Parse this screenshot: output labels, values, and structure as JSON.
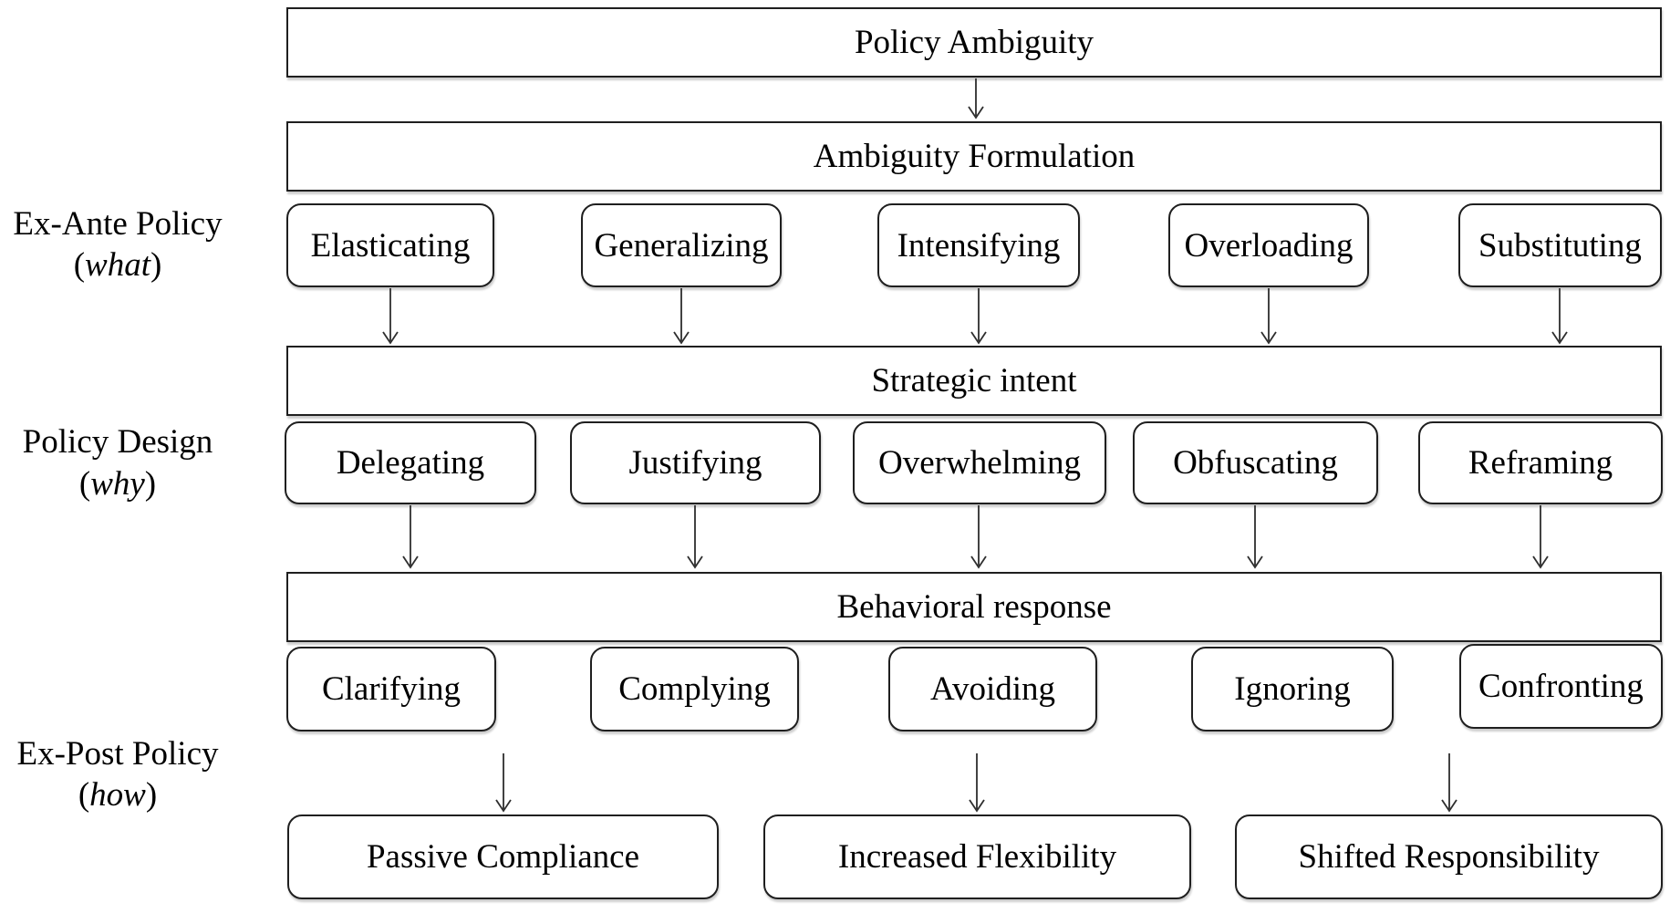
{
  "figure": {
    "stage_bars": {
      "policy_ambiguity": "Policy Ambiguity",
      "ambiguity_formulation": "Ambiguity Formulation",
      "strategic_intent": "Strategic intent",
      "behavioral_response": "Behavioral response"
    },
    "side_labels": [
      {
        "title": "Ex-Ante Policy",
        "paren_open": "(",
        "keyword": "what",
        "paren_close": ")"
      },
      {
        "title": "Policy Design",
        "paren_open": "(",
        "keyword": "why",
        "paren_close": ")"
      },
      {
        "title": "Ex-Post Policy",
        "paren_open": "(",
        "keyword": "how",
        "paren_close": ")"
      }
    ],
    "formulation_tactics": [
      "Elasticating",
      "Generalizing",
      "Intensifying",
      "Overloading",
      "Substituting"
    ],
    "strategic_intents": [
      "Delegating",
      "Justifying",
      "Overwhelming",
      "Obfuscating",
      "Reframing"
    ],
    "behavioral_responses": [
      "Clarifying",
      "Complying",
      "Avoiding",
      "Ignoring",
      "Confronting"
    ],
    "outcomes": [
      "Passive Compliance",
      "Increased Flexibility",
      "Shifted Responsibility"
    ],
    "colors": {
      "background": "#ffffff",
      "box_border": "#1f1f1f",
      "text": "#000000",
      "arrow": "#2e2e2e"
    }
  }
}
